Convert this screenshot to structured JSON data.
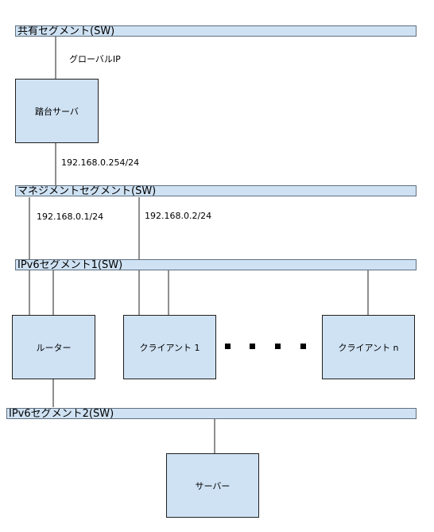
{
  "segments": {
    "shared": "共有セグメント(SW)",
    "management": "マネジメントセグメント(SW)",
    "ipv6_1": "IPv6セグメント1(SW)",
    "ipv6_2": "IPv6セグメント2(SW)"
  },
  "nodes": {
    "bastion": "踏台サーバ",
    "router": "ルーター",
    "client1": "クライアント 1",
    "clientn": "クライアント n",
    "server": "サーバー"
  },
  "labels": {
    "global_ip": "グローバルIP",
    "bastion_ip": "192.168.0.254/24",
    "router_ip": "192.168.0.1/24",
    "client1_ip": "192.168.0.2/24"
  },
  "colors": {
    "fill": "#cfe2f3",
    "line": "#1f1f1f"
  }
}
